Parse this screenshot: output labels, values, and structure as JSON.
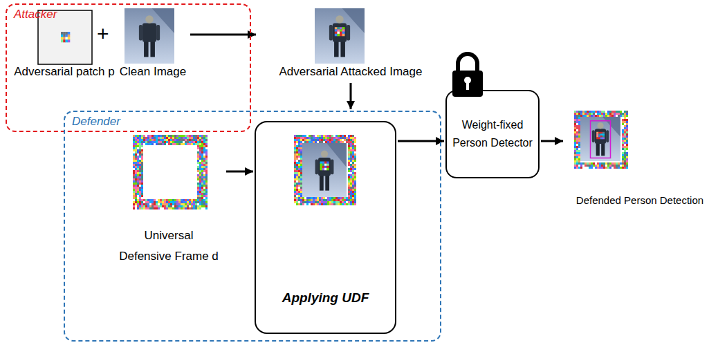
{
  "diagram": {
    "nodes": [
      {
        "text": [
          "Attacker"
        ]
      },
      {
        "text": [
          "Adversarial patch p"
        ],
        "in": 0
      },
      {
        "text": [
          "Clean Image"
        ],
        "in": 0
      },
      {
        "text": [
          "Adversarial Attacked Image"
        ]
      },
      {
        "text": [
          "Defender"
        ]
      },
      {
        "text": [
          "Universal Defensive Frame d"
        ],
        "in": 4
      },
      {
        "text": [
          "Applying UDF"
        ],
        "in": 4
      },
      {
        "text": [
          "Weight-fixed Person Detector"
        ]
      },
      {
        "text": [
          "Defended Person Detection"
        ]
      }
    ],
    "edges": [
      {
        "from": 2,
        "to": 3,
        "arrow": "to"
      },
      {
        "from": 3,
        "to": 4,
        "arrow": "to"
      },
      {
        "from": 5,
        "to": 6,
        "arrow": "to"
      },
      {
        "from": 6,
        "to": 7,
        "arrow": "to"
      },
      {
        "from": 7,
        "to": 8,
        "arrow": "to"
      }
    ],
    "labels": [
      "+"
    ]
  }
}
